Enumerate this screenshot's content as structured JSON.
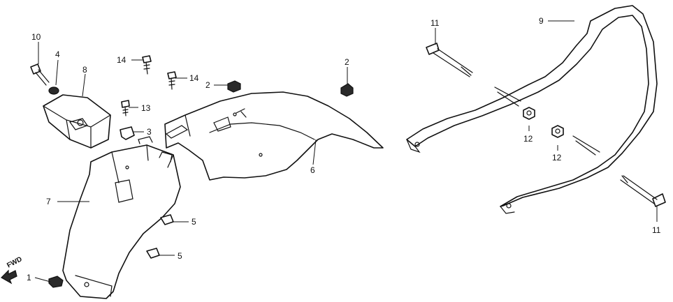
{
  "callouts": {
    "c1": "1",
    "c2a": "2",
    "c2b": "2",
    "c3": "3",
    "c4": "4",
    "c5a": "5",
    "c5b": "5",
    "c6": "6",
    "c7": "7",
    "c8": "8",
    "c9": "9",
    "c10": "10",
    "c11a": "11",
    "c11b": "11",
    "c12a": "12",
    "c12b": "12",
    "c13": "13",
    "c14a": "14",
    "c14b": "14"
  },
  "fwd_label": "FWD"
}
